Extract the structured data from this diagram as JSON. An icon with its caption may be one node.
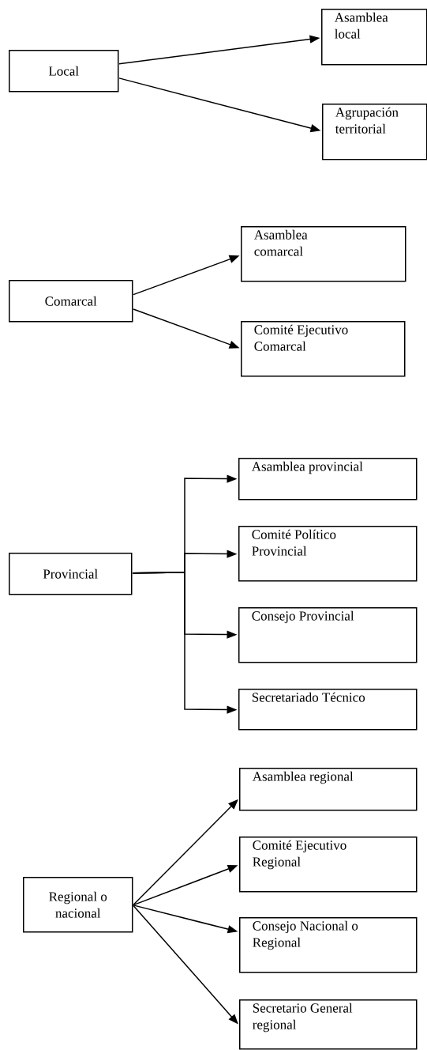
{
  "diagram": {
    "nodes": [
      {
        "text": [
          "Local"
        ]
      },
      {
        "text": [
          "Asamblea local"
        ]
      },
      {
        "text": [
          "Agrupación territorial"
        ]
      },
      {
        "text": [
          "Comarcal"
        ]
      },
      {
        "text": [
          "Asamblea comarcal"
        ]
      },
      {
        "text": [
          "Comité Ejecutivo Comarcal"
        ]
      },
      {
        "text": [
          "Provincial"
        ]
      },
      {
        "text": [
          "Asamblea provincial"
        ]
      },
      {
        "text": [
          "Comité Político Provincial"
        ]
      },
      {
        "text": [
          "Consejo Provincial"
        ]
      },
      {
        "text": [
          "Secretariado Técnico"
        ]
      },
      {
        "text": [
          "Regional o nacional"
        ]
      },
      {
        "text": [
          "Asamblea regional"
        ]
      },
      {
        "text": [
          "Comité Ejecutivo Regional"
        ]
      },
      {
        "text": [
          "Consejo Nacional o Regional"
        ]
      },
      {
        "text": [
          "Secretario General regional"
        ]
      }
    ],
    "edges": [
      {
        "from": 0,
        "to": 1,
        "arrow": "to"
      },
      {
        "from": 0,
        "to": 2,
        "arrow": "to"
      },
      {
        "from": 3,
        "to": 4,
        "arrow": "to"
      },
      {
        "from": 3,
        "to": 5,
        "arrow": "to"
      },
      {
        "from": 6,
        "to": 7,
        "arrow": "to"
      },
      {
        "from": 6,
        "to": 8,
        "arrow": "to"
      },
      {
        "from": 6,
        "to": 9,
        "arrow": "to"
      },
      {
        "from": 6,
        "to": 10,
        "arrow": "to"
      },
      {
        "from": 11,
        "to": 12,
        "arrow": "to"
      },
      {
        "from": 11,
        "to": 13,
        "arrow": "to"
      },
      {
        "from": 11,
        "to": 14,
        "arrow": "to"
      },
      {
        "from": 11,
        "to": 15,
        "arrow": "to"
      }
    ]
  }
}
